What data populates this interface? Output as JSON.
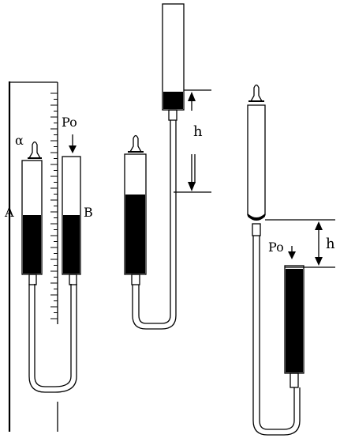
{
  "labels": {
    "alpha": "α",
    "p0_left": "Po",
    "a": "A",
    "b": "B",
    "h_middle": "h",
    "p0_right": "Po",
    "h_right": "h"
  },
  "watermark": "",
  "colors": {
    "line": "#000000",
    "liquid": "#000000",
    "background": "#ffffff"
  }
}
